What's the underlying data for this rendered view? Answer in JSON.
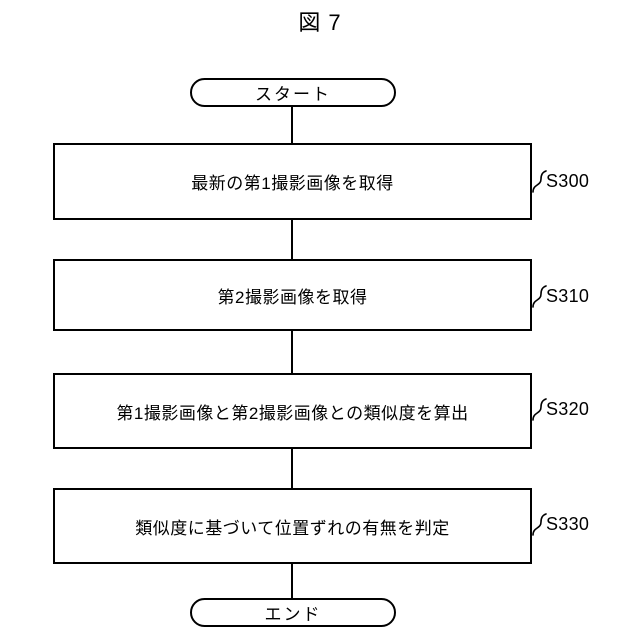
{
  "figure": {
    "title": "図 7",
    "background_color": "#ffffff",
    "stroke_color": "#000000"
  },
  "flowchart": {
    "type": "flowchart",
    "orientation": "top-to-bottom",
    "start_node": {
      "shape": "terminator",
      "label": "スタート"
    },
    "end_node": {
      "shape": "terminator",
      "label": "エンド"
    },
    "steps": [
      {
        "shape": "process",
        "label": "最新の第1撮影画像を取得",
        "step_id": "S300"
      },
      {
        "shape": "process",
        "label": "第2撮影画像を取得",
        "step_id": "S310"
      },
      {
        "shape": "process",
        "label": "第1撮影画像と第2撮影画像との類似度を算出",
        "step_id": "S320"
      },
      {
        "shape": "process",
        "label": "類似度に基づいて位置ずれの有無を判定",
        "step_id": "S330"
      }
    ],
    "connector_count": 5
  }
}
